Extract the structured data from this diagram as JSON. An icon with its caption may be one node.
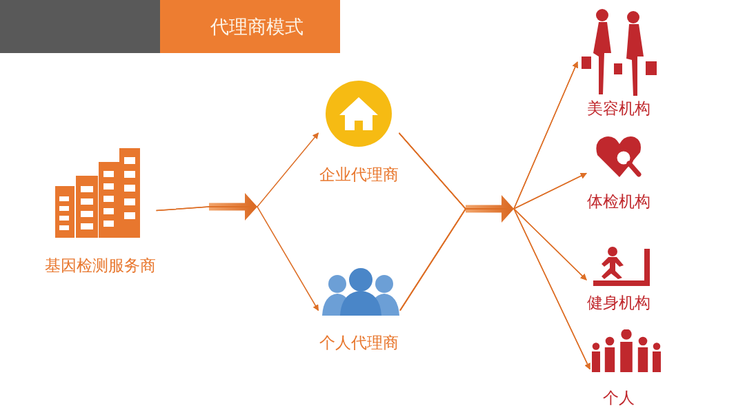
{
  "diagram": {
    "title": "代理商模式",
    "nodes": [
      {
        "text": [
          "基因检测服务商"
        ]
      },
      {
        "text": [
          "企业代理商"
        ]
      },
      {
        "text": [
          "个人代理商"
        ]
      },
      {
        "text": [
          "美容机构"
        ]
      },
      {
        "text": [
          "体检机构"
        ]
      },
      {
        "text": [
          "健身机构"
        ]
      },
      {
        "text": [
          "个人"
        ]
      }
    ],
    "edges": [
      {
        "from": 0,
        "to": 1,
        "arrow": "to"
      },
      {
        "from": 0,
        "to": 2,
        "arrow": "to"
      },
      {
        "from": 1,
        "to": 3,
        "arrow": "to"
      },
      {
        "from": 1,
        "to": 4,
        "arrow": "to"
      },
      {
        "from": 1,
        "to": 5,
        "arrow": "to"
      },
      {
        "from": 1,
        "to": 6,
        "arrow": "to"
      },
      {
        "from": 2,
        "to": 3,
        "arrow": "to"
      },
      {
        "from": 2,
        "to": 4,
        "arrow": "to"
      },
      {
        "from": 2,
        "to": 5,
        "arrow": "to"
      },
      {
        "from": 2,
        "to": 6,
        "arrow": "to"
      }
    ]
  }
}
